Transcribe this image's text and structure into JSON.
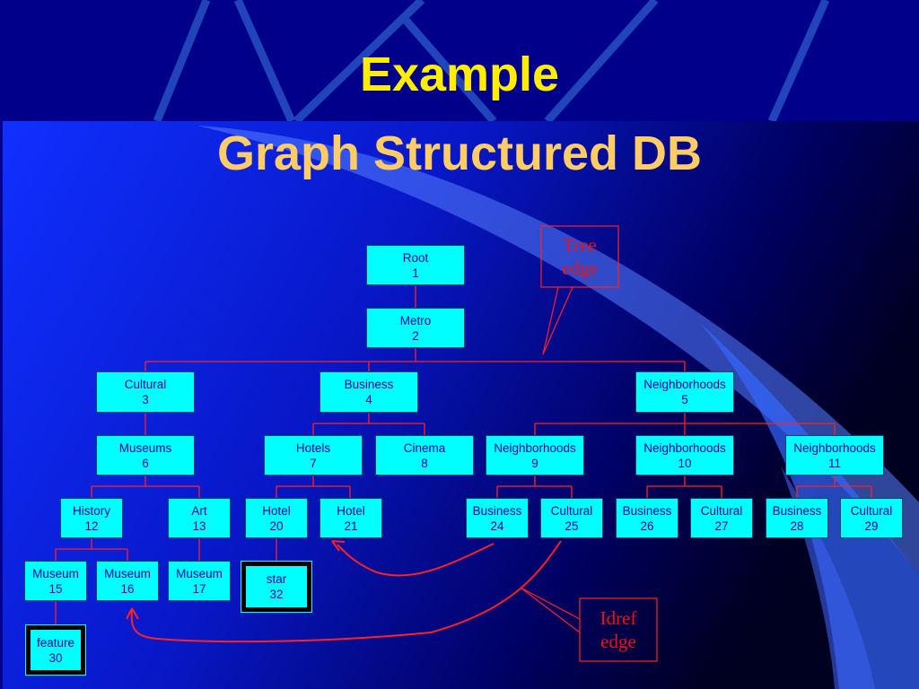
{
  "slide": {
    "title": "Example",
    "subtitle": "Graph Structured DB"
  },
  "callouts": {
    "tree_edge": [
      "Tree",
      "edge"
    ],
    "idref_edge": [
      "Idref",
      "edge"
    ]
  },
  "colors": {
    "node_fill": "#00ffff",
    "node_text": "#0000aa",
    "edge": "#ff2222",
    "title": "#ffee00",
    "subtitle": "#ffcc66"
  },
  "nodes": {
    "n1": {
      "label": "Root",
      "id": "1"
    },
    "n2": {
      "label": "Metro",
      "id": "2"
    },
    "n3": {
      "label": "Cultural",
      "id": "3"
    },
    "n4": {
      "label": "Business",
      "id": "4"
    },
    "n5": {
      "label": "Neighborhoods",
      "id": "5"
    },
    "n6": {
      "label": "Museums",
      "id": "6"
    },
    "n7": {
      "label": "Hotels",
      "id": "7"
    },
    "n8": {
      "label": "Cinema",
      "id": "8"
    },
    "n9": {
      "label": "Neighborhoods",
      "id": "9"
    },
    "n10": {
      "label": "Neighborhoods",
      "id": "10"
    },
    "n11": {
      "label": "Neighborhoods",
      "id": "11"
    },
    "n12": {
      "label": "History",
      "id": "12"
    },
    "n13": {
      "label": "Art",
      "id": "13"
    },
    "n20": {
      "label": "Hotel",
      "id": "20"
    },
    "n21": {
      "label": "Hotel",
      "id": "21"
    },
    "n24": {
      "label": "Business",
      "id": "24"
    },
    "n25": {
      "label": "Cultural",
      "id": "25"
    },
    "n26": {
      "label": "Business",
      "id": "26"
    },
    "n27": {
      "label": "Cultural",
      "id": "27"
    },
    "n28": {
      "label": "Business",
      "id": "28"
    },
    "n29": {
      "label": "Cultural",
      "id": "29"
    },
    "n15": {
      "label": "Museum",
      "id": "15"
    },
    "n16": {
      "label": "Museum",
      "id": "16"
    },
    "n17": {
      "label": "Museum",
      "id": "17"
    },
    "n32": {
      "label": "star",
      "id": "32"
    },
    "n30": {
      "label": "feature",
      "id": "30"
    }
  }
}
